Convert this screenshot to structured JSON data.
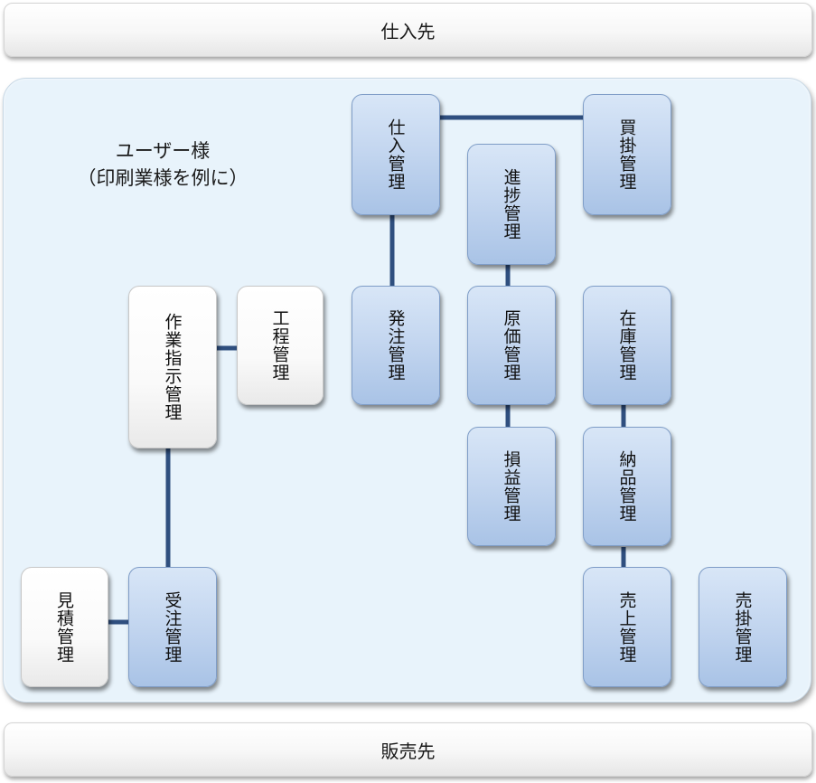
{
  "supplier_bar": {
    "label": "仕入先"
  },
  "customer_bar": {
    "label": "販売先"
  },
  "panel": {
    "title_line1": "ユーザー様",
    "title_line2": "（印刷業様を例に）"
  },
  "nodes": {
    "purchase_mgmt": "仕入管理",
    "payables_mgmt": "買掛管理",
    "progress_mgmt": "進捗管理",
    "order_placement_mgmt": "発注管理",
    "cost_mgmt": "原価管理",
    "inventory_mgmt": "在庫管理",
    "work_order_mgmt": "作業指示管理",
    "process_mgmt": "工程管理",
    "profit_loss_mgmt": "損益管理",
    "delivery_mgmt": "納品管理",
    "estimate_mgmt": "見積管理",
    "order_receipt_mgmt": "受注管理",
    "sales_mgmt": "売上管理",
    "receivables_mgmt": "売掛管理"
  },
  "colors": {
    "connector": "#2f4f7f",
    "node_blue": "#c2d5ef",
    "node_white": "#ffffff",
    "panel_bg": "#e8f3fb"
  }
}
